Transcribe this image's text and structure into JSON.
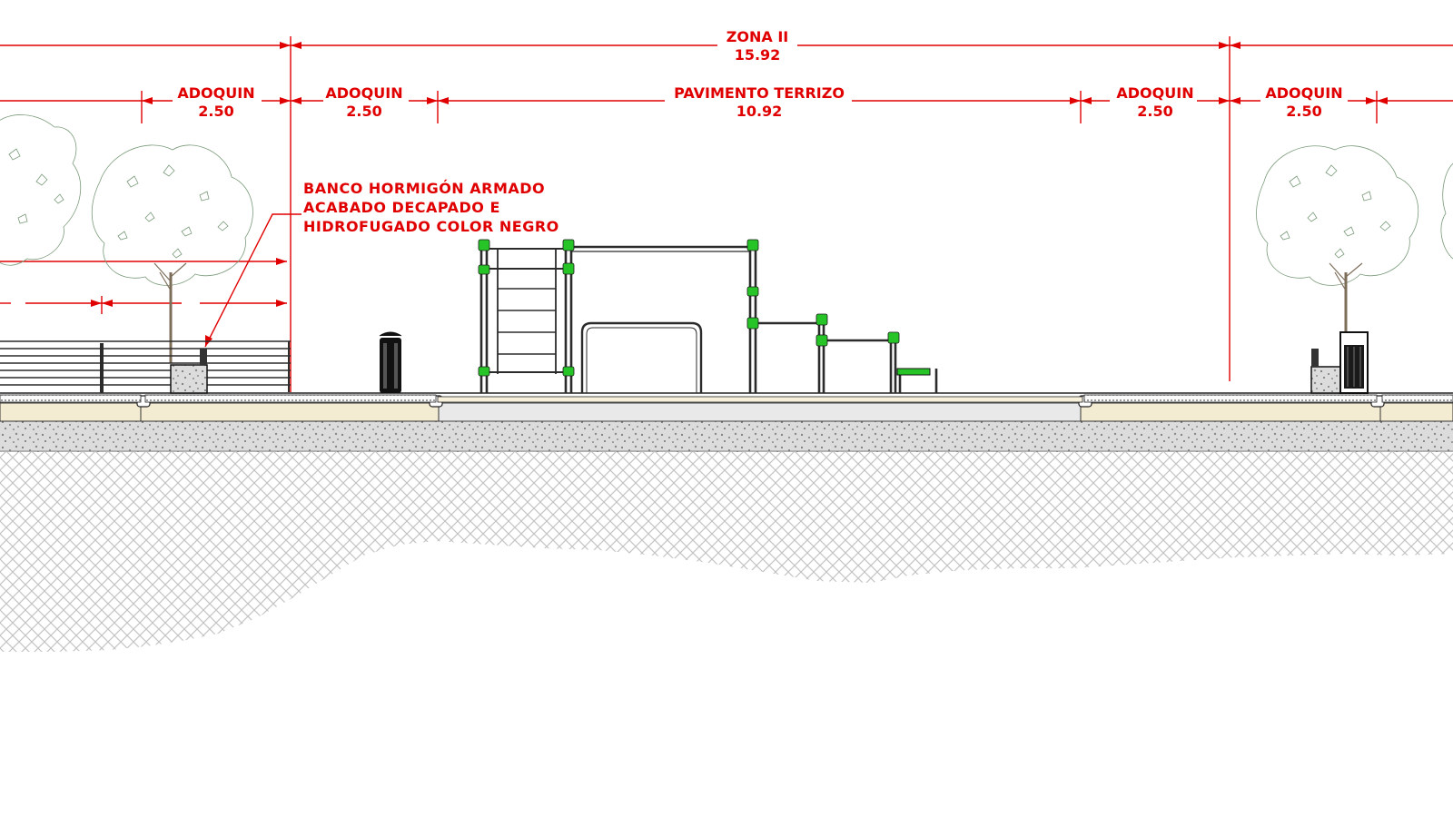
{
  "dimensions": {
    "zona": {
      "label": "ZONA II",
      "value": "15.92"
    },
    "segments": [
      {
        "label": "ADOQUIN",
        "value": "2.50"
      },
      {
        "label": "ADOQUIN",
        "value": "2.50"
      },
      {
        "label": "PAVIMENTO TERRIZO",
        "value": "10.92"
      },
      {
        "label": "ADOQUIN",
        "value": "2.50"
      },
      {
        "label": "ADOQUIN",
        "value": "2.50"
      }
    ]
  },
  "annotation": {
    "lines": [
      "BANCO HORMIGÓN ARMADO",
      "ACABADO DECAPADO E",
      "HIDROFUGADO COLOR NEGRO"
    ]
  },
  "colors": {
    "dimension": "#e00000",
    "joints": "#27c427",
    "structure": "#2b2b2b",
    "gravel": "#d9d9d9",
    "subsoil_hatch": "#bdbdbd",
    "paving": "#f4ecd2"
  }
}
